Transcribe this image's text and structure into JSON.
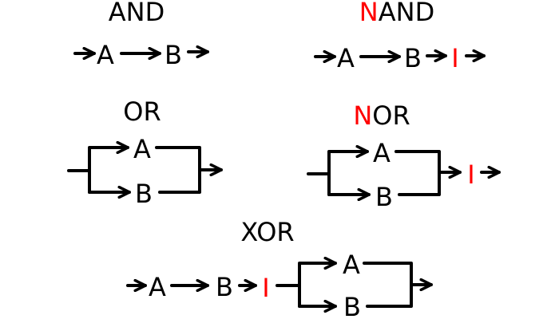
{
  "colors": {
    "ink": "#000000",
    "negation": "#ff0000"
  },
  "gates": {
    "and": {
      "title": "AND",
      "input_a": "A",
      "input_b": "B"
    },
    "nand": {
      "title_prefix": "N",
      "title_rest": "AND",
      "input_a": "A",
      "input_b": "B",
      "inverter": "I"
    },
    "or": {
      "title": "OR",
      "input_a": "A",
      "input_b": "B"
    },
    "nor": {
      "title_prefix": "N",
      "title_rest": "OR",
      "input_a": "A",
      "input_b": "B",
      "inverter": "I"
    },
    "xor": {
      "title": "XOR",
      "series_a": "A",
      "series_b": "B",
      "inverter": "I",
      "parallel_a": "A",
      "parallel_b": "B"
    }
  }
}
